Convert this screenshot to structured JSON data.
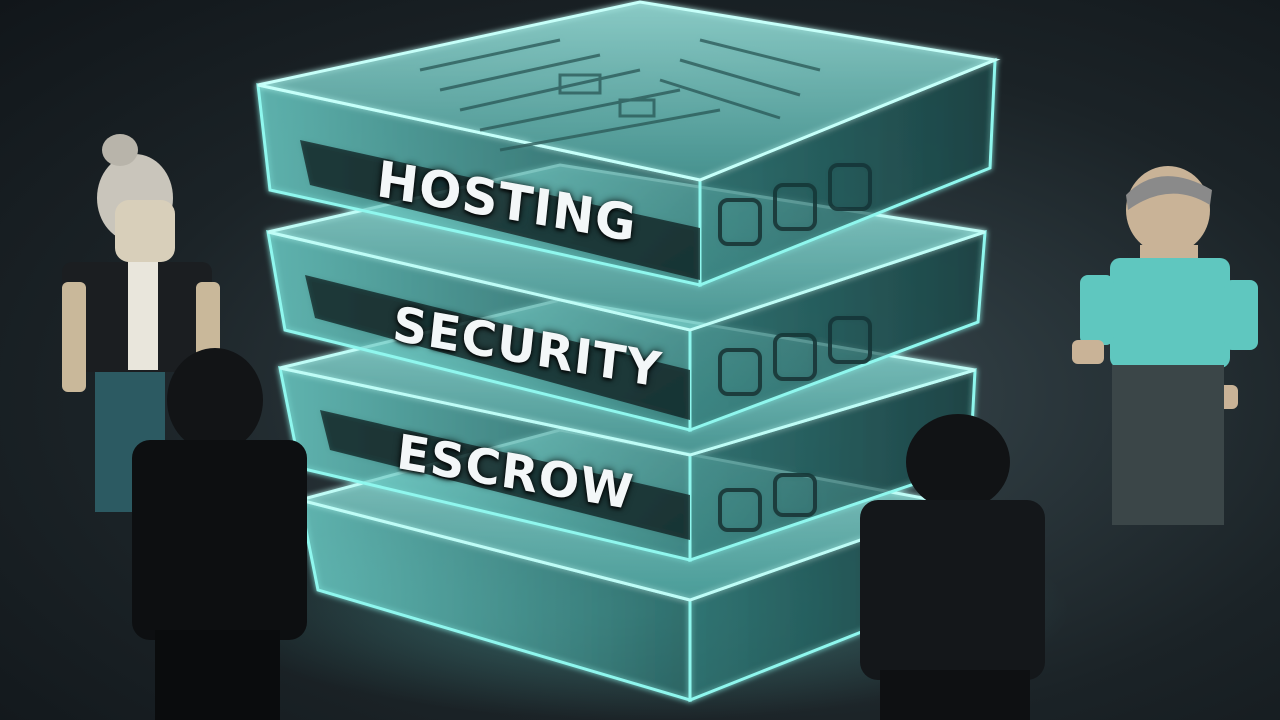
{
  "layers": [
    {
      "label": "HOSTING"
    },
    {
      "label": "SECURITY"
    },
    {
      "label": "ESCROW"
    }
  ],
  "colors": {
    "background": "#1b2327",
    "glass_glow": "#7ff3ea",
    "glass_fill": "#3f8f8c",
    "label_text": "#f3f7f8"
  }
}
